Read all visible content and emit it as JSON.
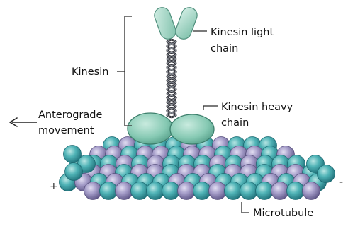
{
  "labels": {
    "kinesin": "Kinesin",
    "light_chain_line1": "Kinesin light",
    "light_chain_line2": "chain",
    "heavy_chain_line1": "Kinesin heavy",
    "heavy_chain_line2": "chain",
    "anterograde_line1": "Anterograde",
    "anterograde_line2": "movement",
    "microtubule": "Microtubule",
    "plus_end": "+",
    "minus_end": "-"
  },
  "colors": {
    "kinesin_fill": "#7ec4ae",
    "kinesin_stroke": "#3d7f6c",
    "tubulin_teal": "#3aa3a8",
    "tubulin_purple": "#8f86b8",
    "stalk": "#33333a",
    "arrow": "#222222"
  }
}
